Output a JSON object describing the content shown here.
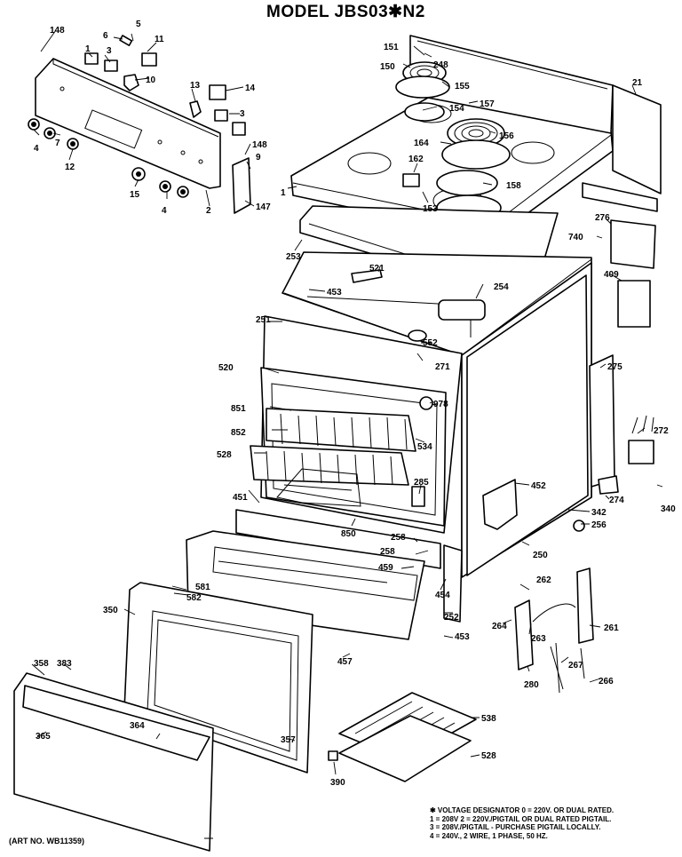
{
  "title": "MODEL JBS03✱N2",
  "art_no": "(ART NO. WB11359)",
  "voltage_notes": [
    "✱ VOLTAGE DESIGNATOR 0 = 220V. OR DUAL RATED.",
    "1 = 208V   2 = 220V./PIGTAIL OR DUAL RATED PIGTAIL.",
    "3 = 208V./PIGTAIL - PURCHASE PIGTAIL LOCALLY.",
    "4 = 240V., 2 WIRE, 1 PHASE, 50 HZ."
  ],
  "part_labels": [
    "148",
    "5",
    "6",
    "11",
    "1",
    "3",
    "10",
    "13",
    "14",
    "3",
    "4",
    "7",
    "12",
    "15",
    "4",
    "2",
    "148",
    "9",
    "147",
    "1",
    "151",
    "248",
    "150",
    "155",
    "157",
    "154",
    "156",
    "164",
    "21",
    "162",
    "158",
    "153",
    "276",
    "740",
    "253",
    "521",
    "254",
    "453",
    "409",
    "251",
    "552",
    "271",
    "520",
    "275",
    "851",
    "978",
    "852",
    "534",
    "272",
    "528",
    "285",
    "452",
    "451",
    "274",
    "342",
    "340",
    "850",
    "258",
    "256",
    "258",
    "250",
    "459",
    "262",
    "581",
    "454",
    "582",
    "252",
    "350",
    "264",
    "263",
    "261",
    "453",
    "457",
    "358",
    "383",
    "280",
    "267",
    "266",
    "364",
    "538",
    "365",
    "357",
    "528",
    "390"
  ]
}
